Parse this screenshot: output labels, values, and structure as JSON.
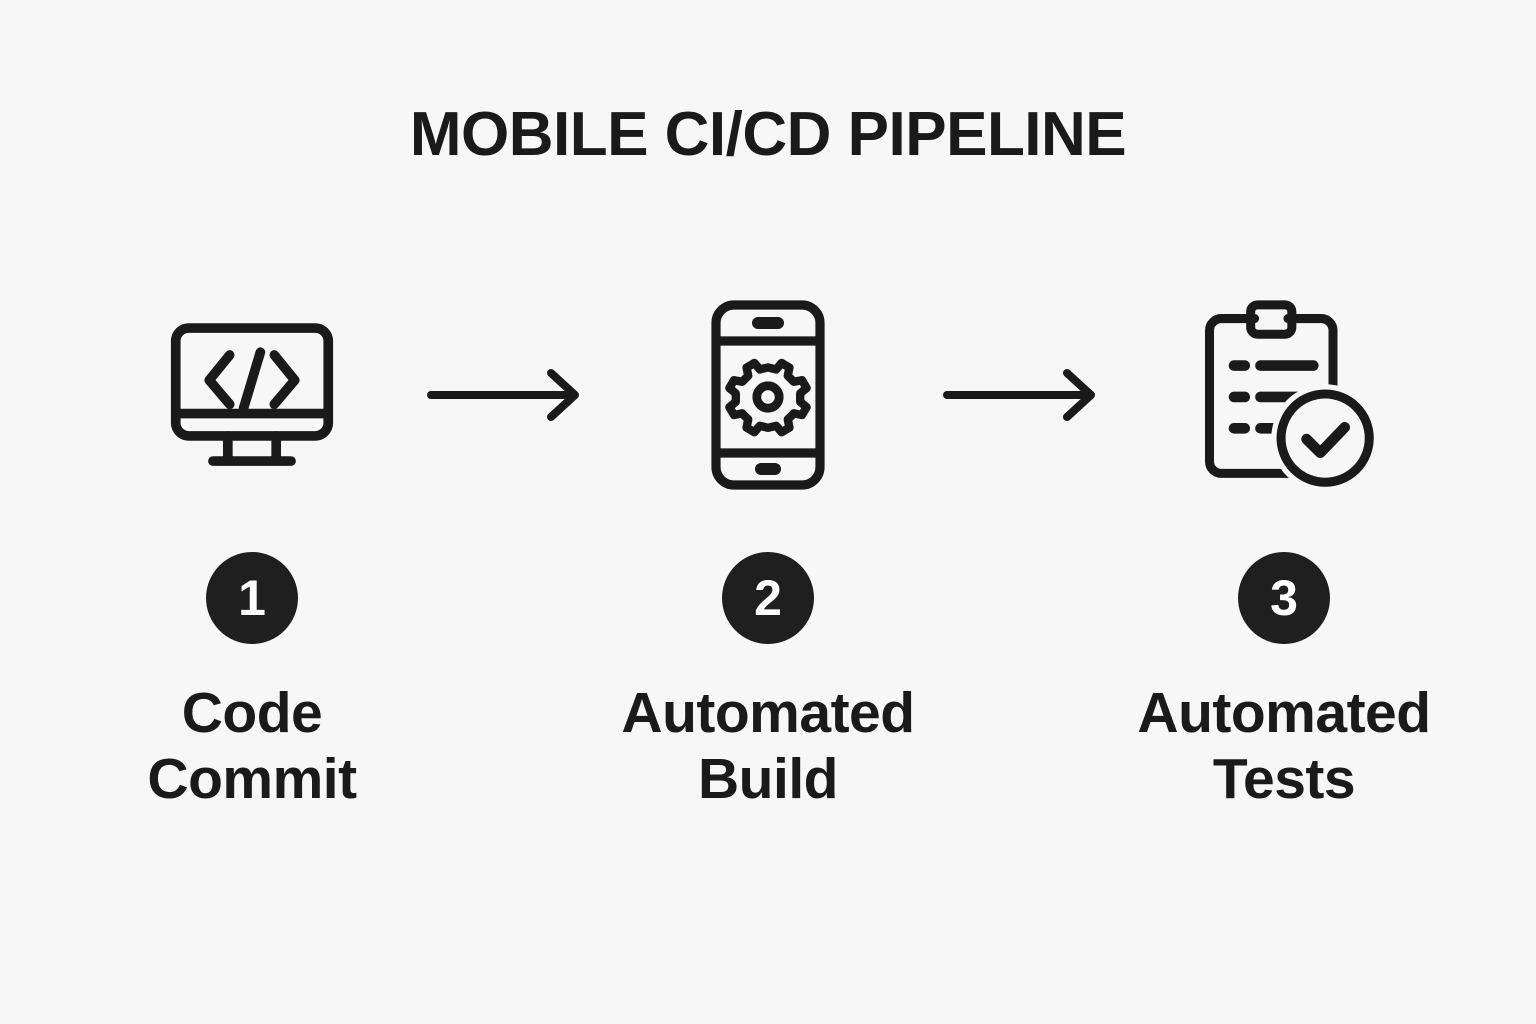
{
  "page": {
    "title": "MOBILE CI/CD PIPELINE",
    "background_color": "#f7f7f7",
    "ink_color": "#1a1a1a",
    "badge_color": "#1f1f1f",
    "badge_text_color": "#ffffff"
  },
  "steps": [
    {
      "number": "1",
      "label": "Code\nCommit",
      "icon": "monitor-code-icon"
    },
    {
      "number": "2",
      "label": "Automated\nBuild",
      "icon": "mobile-gear-icon"
    },
    {
      "number": "3",
      "label": "Automated\nTests",
      "icon": "clipboard-check-icon"
    }
  ],
  "connectors": [
    {
      "name": "arrow-1-to-2",
      "glyph": "arrow-right-icon"
    },
    {
      "name": "arrow-2-to-3",
      "glyph": "arrow-right-icon"
    }
  ]
}
